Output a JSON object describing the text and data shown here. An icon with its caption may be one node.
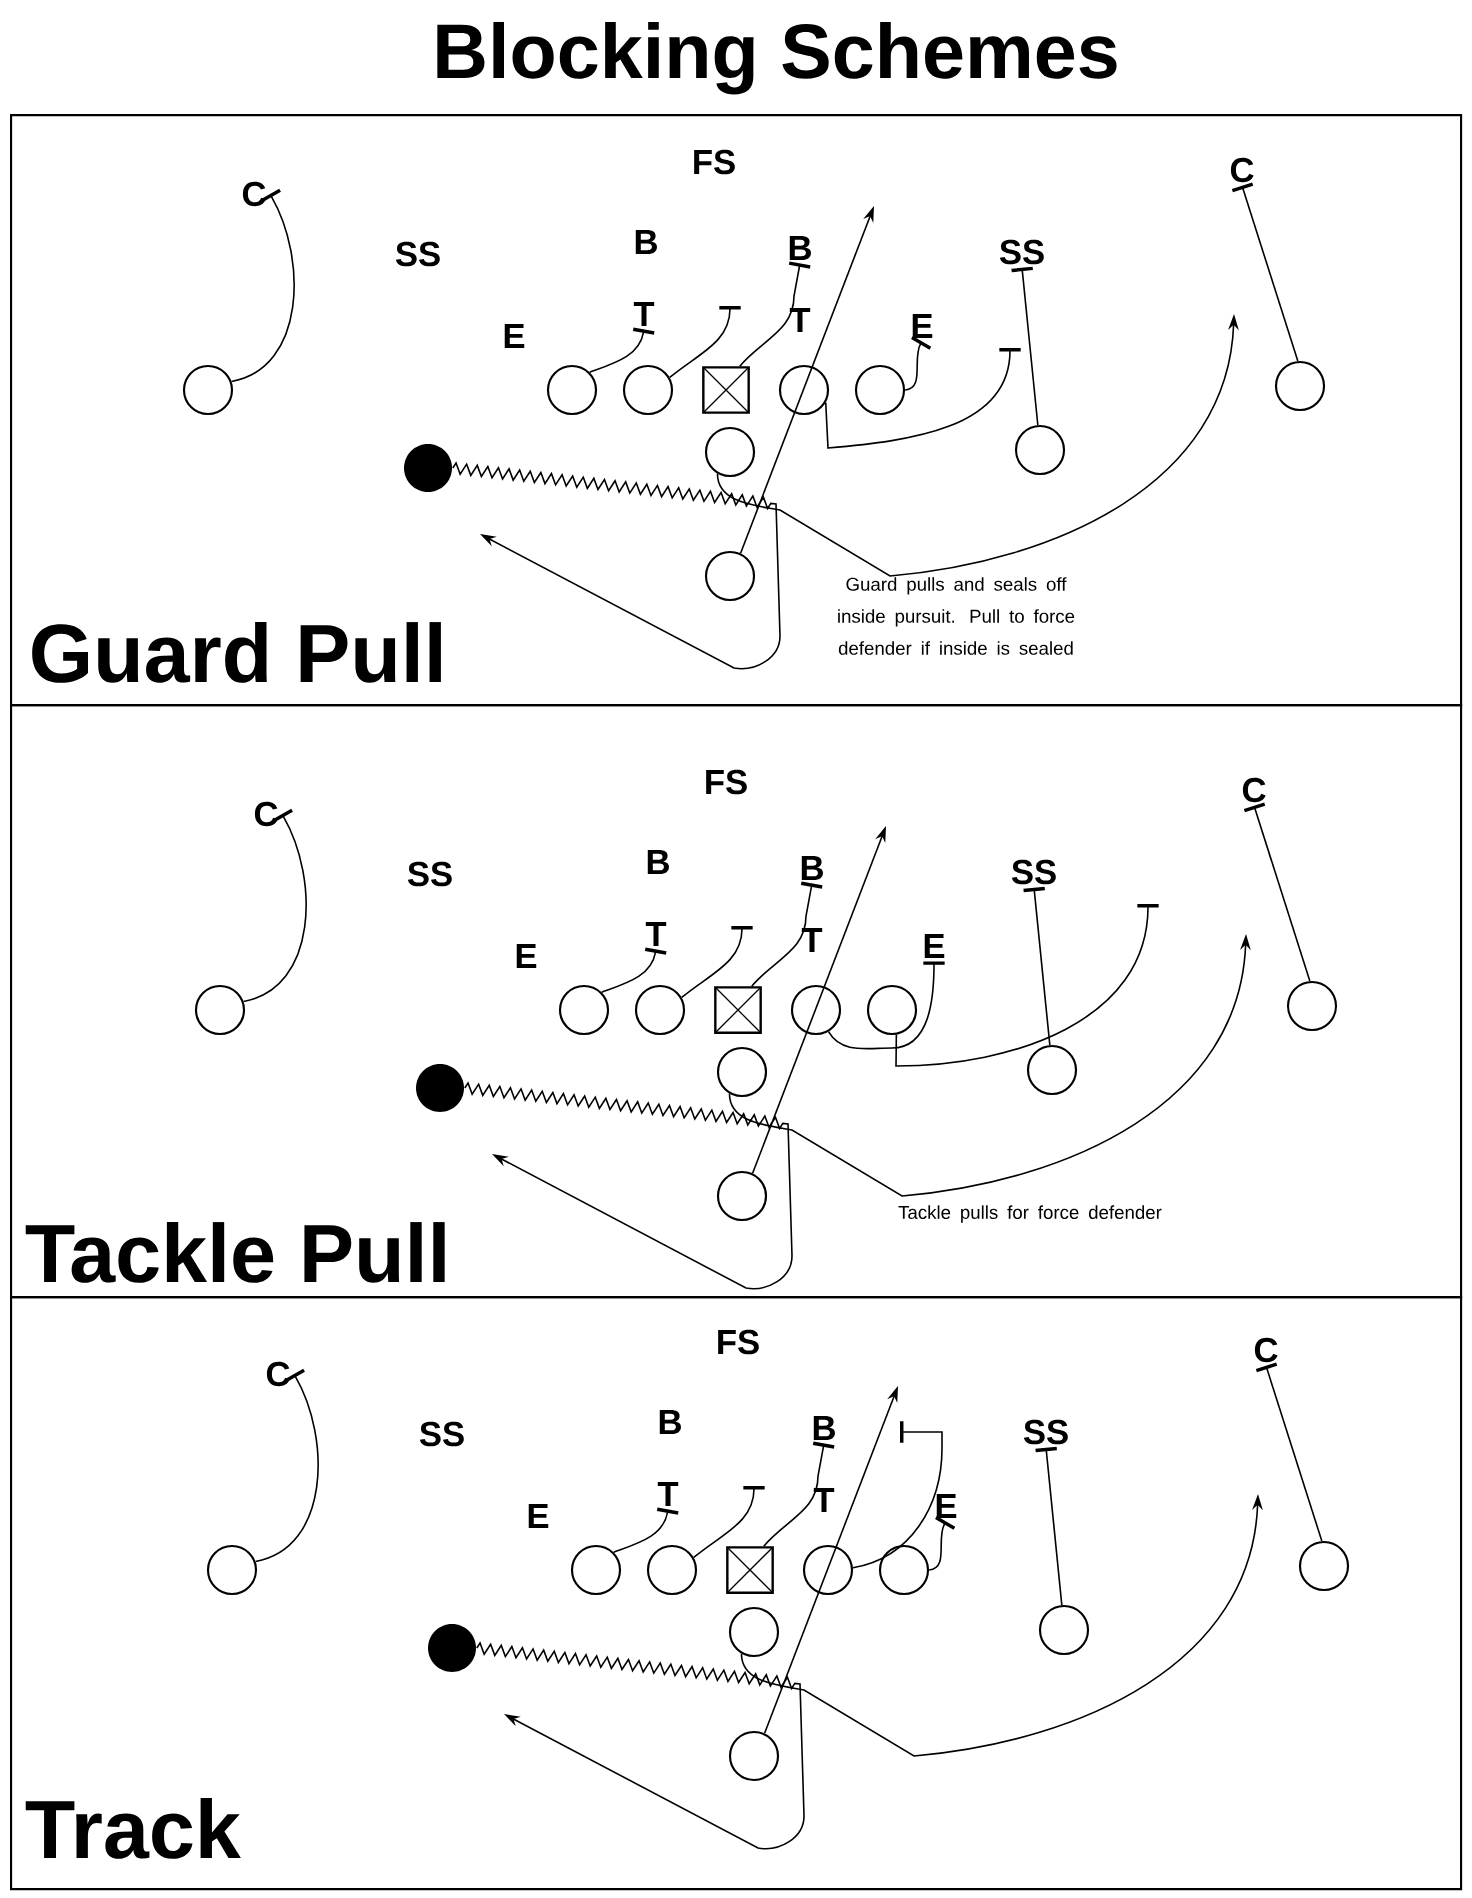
{
  "diagram": {
    "title": "Blocking Schemes",
    "nodes": [
      {
        "text": [
          "Guard Pull",
          "Guard pulls and seals off inside pursuit. Pull to force defender if inside is sealed"
        ]
      },
      {
        "text": [],
        "shape": "circle",
        "in": 0
      },
      {
        "text": [],
        "shape": "circle",
        "in": 0
      },
      {
        "text": [],
        "shape": "circle",
        "in": 0
      },
      {
        "text": [],
        "shape": "box",
        "in": 0
      },
      {
        "text": [],
        "shape": "circle",
        "in": 0
      },
      {
        "text": [],
        "shape": "circle",
        "in": 0
      },
      {
        "text": [],
        "shape": "circle",
        "in": 0
      },
      {
        "text": [],
        "shape": "dot",
        "in": 0
      },
      {
        "text": [],
        "shape": "circle",
        "in": 0
      },
      {
        "text": [],
        "shape": "circle",
        "in": 0
      },
      {
        "text": [],
        "shape": "circle",
        "in": 0
      },
      {
        "text": [
          "C"
        ],
        "in": 0
      },
      {
        "text": [
          "FS"
        ],
        "in": 0
      },
      {
        "text": [
          "C"
        ],
        "in": 0
      },
      {
        "text": [
          "SS"
        ],
        "in": 0
      },
      {
        "text": [
          "B"
        ],
        "in": 0
      },
      {
        "text": [
          "B"
        ],
        "in": 0
      },
      {
        "text": [
          "SS"
        ],
        "in": 0
      },
      {
        "text": [
          "T"
        ],
        "in": 0
      },
      {
        "text": [
          "T"
        ],
        "in": 0
      },
      {
        "text": [
          "E"
        ],
        "in": 0
      },
      {
        "text": [
          "E"
        ],
        "in": 0
      },
      {
        "text": [
          "Tackle Pull",
          "Tackle pulls for force defender"
        ]
      },
      {
        "text": [],
        "shape": "circle",
        "in": 23
      },
      {
        "text": [],
        "shape": "circle",
        "in": 23
      },
      {
        "text": [],
        "shape": "circle",
        "in": 23
      },
      {
        "text": [],
        "shape": "box",
        "in": 23
      },
      {
        "text": [],
        "shape": "circle",
        "in": 23
      },
      {
        "text": [],
        "shape": "circle",
        "in": 23
      },
      {
        "text": [],
        "shape": "circle",
        "in": 23
      },
      {
        "text": [],
        "shape": "dot",
        "in": 23
      },
      {
        "text": [],
        "shape": "circle",
        "in": 23
      },
      {
        "text": [],
        "shape": "circle",
        "in": 23
      },
      {
        "text": [],
        "shape": "circle",
        "in": 23
      },
      {
        "text": [
          "C"
        ],
        "in": 23
      },
      {
        "text": [
          "FS"
        ],
        "in": 23
      },
      {
        "text": [
          "C"
        ],
        "in": 23
      },
      {
        "text": [
          "SS"
        ],
        "in": 23
      },
      {
        "text": [
          "B"
        ],
        "in": 23
      },
      {
        "text": [
          "B"
        ],
        "in": 23
      },
      {
        "text": [
          "SS"
        ],
        "in": 23
      },
      {
        "text": [
          "T"
        ],
        "in": 23
      },
      {
        "text": [
          "T"
        ],
        "in": 23
      },
      {
        "text": [
          "E"
        ],
        "in": 23
      },
      {
        "text": [
          "E"
        ],
        "in": 23
      },
      {
        "text": [
          "Track"
        ]
      },
      {
        "text": [],
        "shape": "circle",
        "in": 46
      },
      {
        "text": [],
        "shape": "circle",
        "in": 46
      },
      {
        "text": [],
        "shape": "circle",
        "in": 46
      },
      {
        "text": [],
        "shape": "box",
        "in": 46
      },
      {
        "text": [],
        "shape": "circle",
        "in": 46
      },
      {
        "text": [],
        "shape": "circle",
        "in": 46
      },
      {
        "text": [],
        "shape": "circle",
        "in": 46
      },
      {
        "text": [],
        "shape": "dot",
        "in": 46
      },
      {
        "text": [],
        "shape": "circle",
        "in": 46
      },
      {
        "text": [],
        "shape": "circle",
        "in": 46
      },
      {
        "text": [],
        "shape": "circle",
        "in": 46
      },
      {
        "text": [
          "C"
        ],
        "in": 46
      },
      {
        "text": [
          "FS"
        ],
        "in": 46
      },
      {
        "text": [
          "C"
        ],
        "in": 46
      },
      {
        "text": [
          "SS"
        ],
        "in": 46
      },
      {
        "text": [
          "B"
        ],
        "in": 46
      },
      {
        "text": [
          "B"
        ],
        "in": 46
      },
      {
        "text": [
          "SS"
        ],
        "in": 46
      },
      {
        "text": [
          "T"
        ],
        "in": 46
      },
      {
        "text": [
          "T"
        ],
        "in": 46
      },
      {
        "text": [
          "E"
        ],
        "in": 46
      },
      {
        "text": [
          "E"
        ],
        "in": 46
      }
    ],
    "edges": [
      {
        "from": 1,
        "to": 12,
        "arrow": "other"
      },
      {
        "from": 2,
        "to": 19,
        "arrow": "other"
      },
      {
        "from": 3,
        "to": null,
        "arrow": "other"
      },
      {
        "from": 4,
        "to": 17,
        "arrow": "other"
      },
      {
        "from": 5,
        "to": null,
        "arrow": "other"
      },
      {
        "from": 6,
        "to": 22,
        "arrow": "other"
      },
      {
        "from": 7,
        "to": 14,
        "arrow": "other"
      },
      {
        "from": 8,
        "to": null,
        "arrow": "to"
      },
      {
        "from": 9,
        "to": null,
        "arrow": "to"
      },
      {
        "from": 10,
        "to": 18,
        "arrow": "other"
      },
      {
        "from": 11,
        "to": null,
        "arrow": "to"
      },
      {
        "from": 24,
        "to": 35,
        "arrow": "other"
      },
      {
        "from": 25,
        "to": 42,
        "arrow": "other"
      },
      {
        "from": 26,
        "to": null,
        "arrow": "other"
      },
      {
        "from": 27,
        "to": 40,
        "arrow": "other"
      },
      {
        "from": 28,
        "to": 45,
        "arrow": "other"
      },
      {
        "from": 29,
        "to": null,
        "arrow": "other"
      },
      {
        "from": 30,
        "to": 37,
        "arrow": "other"
      },
      {
        "from": 31,
        "to": null,
        "arrow": "to"
      },
      {
        "from": 32,
        "to": null,
        "arrow": "to"
      },
      {
        "from": 33,
        "to": 41,
        "arrow": "other"
      },
      {
        "from": 34,
        "to": null,
        "arrow": "to"
      },
      {
        "from": 47,
        "to": 58,
        "arrow": "other"
      },
      {
        "from": 48,
        "to": 65,
        "arrow": "other"
      },
      {
        "from": 49,
        "to": null,
        "arrow": "other"
      },
      {
        "from": 50,
        "to": 63,
        "arrow": "other"
      },
      {
        "from": 51,
        "to": null,
        "arrow": "other"
      },
      {
        "from": 52,
        "to": 68,
        "arrow": "other"
      },
      {
        "from": 53,
        "to": 60,
        "arrow": "other"
      },
      {
        "from": 54,
        "to": null,
        "arrow": "to"
      },
      {
        "from": 55,
        "to": null,
        "arrow": "to"
      },
      {
        "from": 56,
        "to": 64,
        "arrow": "other"
      },
      {
        "from": 57,
        "to": null,
        "arrow": "to"
      }
    ]
  }
}
